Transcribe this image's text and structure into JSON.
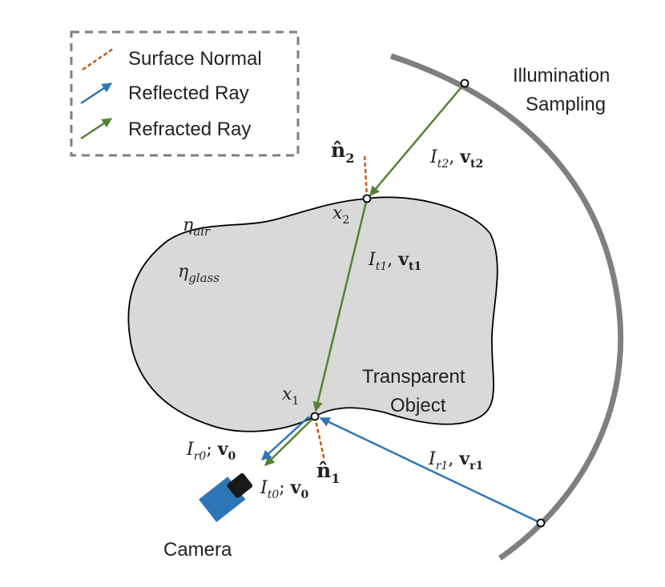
{
  "legend": {
    "items": [
      {
        "label": "Surface Normal",
        "kind": "dashed",
        "color": "#c55a11"
      },
      {
        "label": "Reflected Ray",
        "kind": "arrow",
        "color": "#2e75b6"
      },
      {
        "label": "Refracted Ray",
        "kind": "arrow",
        "color": "#548235"
      }
    ]
  },
  "labels": {
    "illumination_line1": "Illumination",
    "illumination_line2": "Sampling",
    "object_line1": "Transparent",
    "object_line2": "Object",
    "camera": "Camera"
  },
  "math": {
    "n2_main": "n̂",
    "n2_sub": "2",
    "n1_main": "n̂",
    "n1_sub": "1",
    "x2_main": "x",
    "x2_sub": "2",
    "x1_main": "x",
    "x1_sub": "1",
    "eta_air_main": "η",
    "eta_air_sub": "air",
    "eta_glass_main": "η",
    "eta_glass_sub": "glass",
    "it2_main": "I",
    "it2_sub": "t2",
    "it2_sep": ", ",
    "vt2_main": "v",
    "vt2_sub": "t2",
    "it1_main": "I",
    "it1_sub": "t1",
    "it1_sep": ", ",
    "vt1_main": "v",
    "vt1_sub": "t1",
    "ir0_main": "I",
    "ir0_sub": "r0",
    "ir0_sep": "; ",
    "v0a_main": "v",
    "v0a_sub": "0",
    "it0_main": "I",
    "it0_sub": "t0",
    "it0_sep": "; ",
    "v0b_main": "v",
    "v0b_sub": "0",
    "ir1_main": "I",
    "ir1_sub": "r1",
    "ir1_sep": ", ",
    "vr1_main": "v",
    "vr1_sub": "r1"
  },
  "colors": {
    "normal": "#c55a11",
    "reflected": "#2e75b6",
    "refracted": "#548235",
    "object_fill": "#d9d9d9",
    "sampling_arc": "#7f7f7f",
    "legend_border": "#7f7f7f",
    "camera": "#2e75b6"
  }
}
